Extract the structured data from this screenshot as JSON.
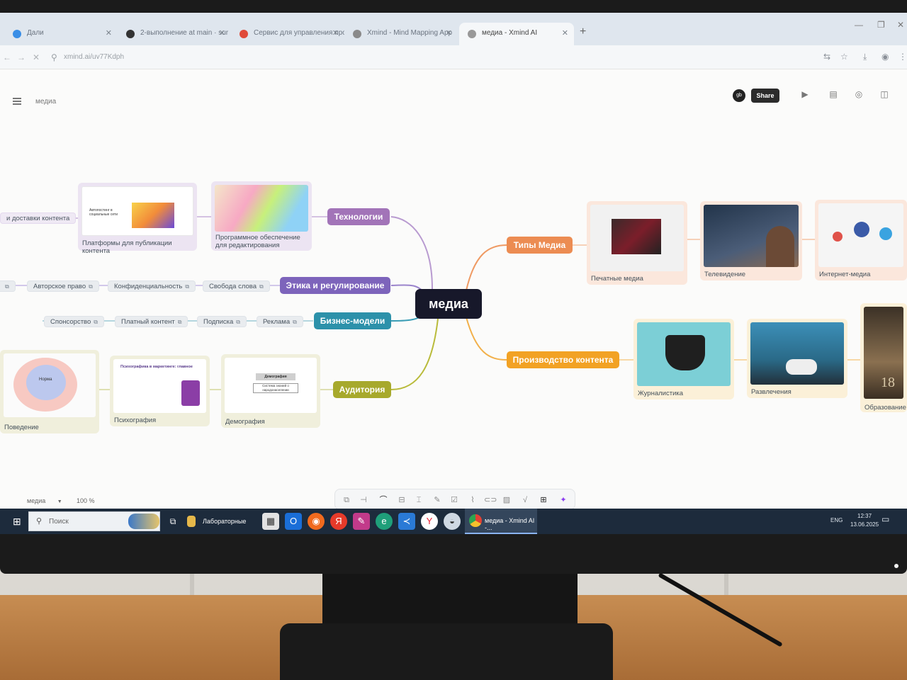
{
  "browser": {
    "tabs": [
      {
        "label": "Дали"
      },
      {
        "label": "2-выполнение at main · sur"
      },
      {
        "label": "Сервис для управления прое"
      },
      {
        "label": "Xmind - Mind Mapping App"
      },
      {
        "label": "медиа - Xmind AI"
      }
    ],
    "url": "xmind.ai/uv77Kdph"
  },
  "app": {
    "document_title": "медиа",
    "avatar_initials": "gb",
    "share_label": "Share",
    "sheet_name": "медиа",
    "zoom_label": "100 %"
  },
  "mindmap": {
    "central": "медиа",
    "branches": {
      "technologies": {
        "label": "Технологии",
        "color": "#9a6bb0"
      },
      "ethics": {
        "label": "Этика и регулирование",
        "color": "#7b62b8"
      },
      "business": {
        "label": "Бизнес-модели",
        "color": "#2c8fa8"
      },
      "audience": {
        "label": "Аудитория",
        "color": "#a3a52a"
      },
      "media_types": {
        "label": "Типы Медиа",
        "color": "#ea8a4e"
      },
      "production": {
        "label": "Производство контента",
        "color": "#f0a01e"
      }
    },
    "tech_items": {
      "delivery": "и доставки контента",
      "platforms": "Платформы для публикации контента",
      "software": "Программное обеспечение для редактирования"
    },
    "ethics_items": {
      "copyright": "Авторское право",
      "privacy": "Конфиденциальность",
      "speech": "Свобода слова"
    },
    "business_items": {
      "sponsorship": "Спонсорство",
      "paid": "Платный контент",
      "subscription": "Подписка",
      "ads": "Реклама"
    },
    "audience_items": {
      "behavior": "Поведение",
      "psychography": "Психография",
      "demography": "Демография"
    },
    "media_type_items": {
      "print": "Печатные медиа",
      "tv": "Телевидение",
      "internet": "Интернет-медиа"
    },
    "production_items": {
      "journalism": "Журналистика",
      "entertainment": "Развлечения",
      "education": "Образование"
    },
    "thumbnails": {
      "platform_heading": "Автопостинг в социальные сети",
      "psycho_heading": "Психографика в маркетинге: главное",
      "demo_center": "Демография",
      "demo_sub": "Система знаний о народонаселении",
      "behavior_center": "Норма",
      "education_mark": "18"
    }
  },
  "taskbar": {
    "search_placeholder": "Поиск",
    "folder_label": "Лабораторные",
    "chrome_label": "медиа - Xmind AI -...",
    "lang": "ENG",
    "time": "12:37",
    "date": "13.06.2025"
  }
}
